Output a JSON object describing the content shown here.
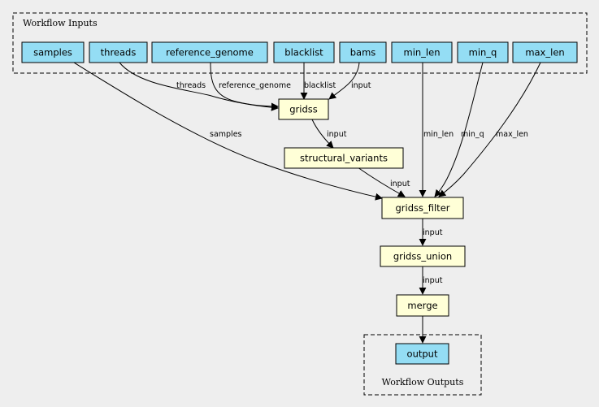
{
  "clusters": {
    "inputs": {
      "label": "Workflow Inputs"
    },
    "outputs": {
      "label": "Workflow Outputs"
    }
  },
  "nodes": {
    "samples": {
      "label": "samples",
      "kind": "input"
    },
    "threads": {
      "label": "threads",
      "kind": "input"
    },
    "reference_genome": {
      "label": "reference_genome",
      "kind": "input"
    },
    "blacklist": {
      "label": "blacklist",
      "kind": "input"
    },
    "bams": {
      "label": "bams",
      "kind": "input"
    },
    "min_len": {
      "label": "min_len",
      "kind": "input"
    },
    "min_q": {
      "label": "min_q",
      "kind": "input"
    },
    "max_len": {
      "label": "max_len",
      "kind": "input"
    },
    "gridss": {
      "label": "gridss",
      "kind": "step"
    },
    "structural_variants": {
      "label": "structural_variants",
      "kind": "step"
    },
    "gridss_filter": {
      "label": "gridss_filter",
      "kind": "step"
    },
    "gridss_union": {
      "label": "gridss_union",
      "kind": "step"
    },
    "merge": {
      "label": "merge",
      "kind": "step"
    },
    "output": {
      "label": "output",
      "kind": "output"
    }
  },
  "edges": {
    "threads_gridss": {
      "from": "threads",
      "to": "gridss",
      "label": "threads"
    },
    "reference_genome_gridss": {
      "from": "reference_genome",
      "to": "gridss",
      "label": "reference_genome"
    },
    "blacklist_gridss": {
      "from": "blacklist",
      "to": "gridss",
      "label": "blacklist"
    },
    "bams_gridss": {
      "from": "bams",
      "to": "gridss",
      "label": "input"
    },
    "samples_filter": {
      "from": "samples",
      "to": "gridss_filter",
      "label": "samples"
    },
    "gridss_sv": {
      "from": "gridss",
      "to": "structural_variants",
      "label": "input"
    },
    "sv_filter": {
      "from": "structural_variants",
      "to": "gridss_filter",
      "label": "input"
    },
    "min_len_filter": {
      "from": "min_len",
      "to": "gridss_filter",
      "label": "min_len"
    },
    "min_q_filter": {
      "from": "min_q",
      "to": "gridss_filter",
      "label": "min_q"
    },
    "max_len_filter": {
      "from": "max_len",
      "to": "gridss_filter",
      "label": "max_len"
    },
    "filter_union": {
      "from": "gridss_filter",
      "to": "gridss_union",
      "label": "input"
    },
    "union_merge": {
      "from": "gridss_union",
      "to": "merge",
      "label": "input"
    },
    "merge_output": {
      "from": "merge",
      "to": "output",
      "label": ""
    }
  }
}
